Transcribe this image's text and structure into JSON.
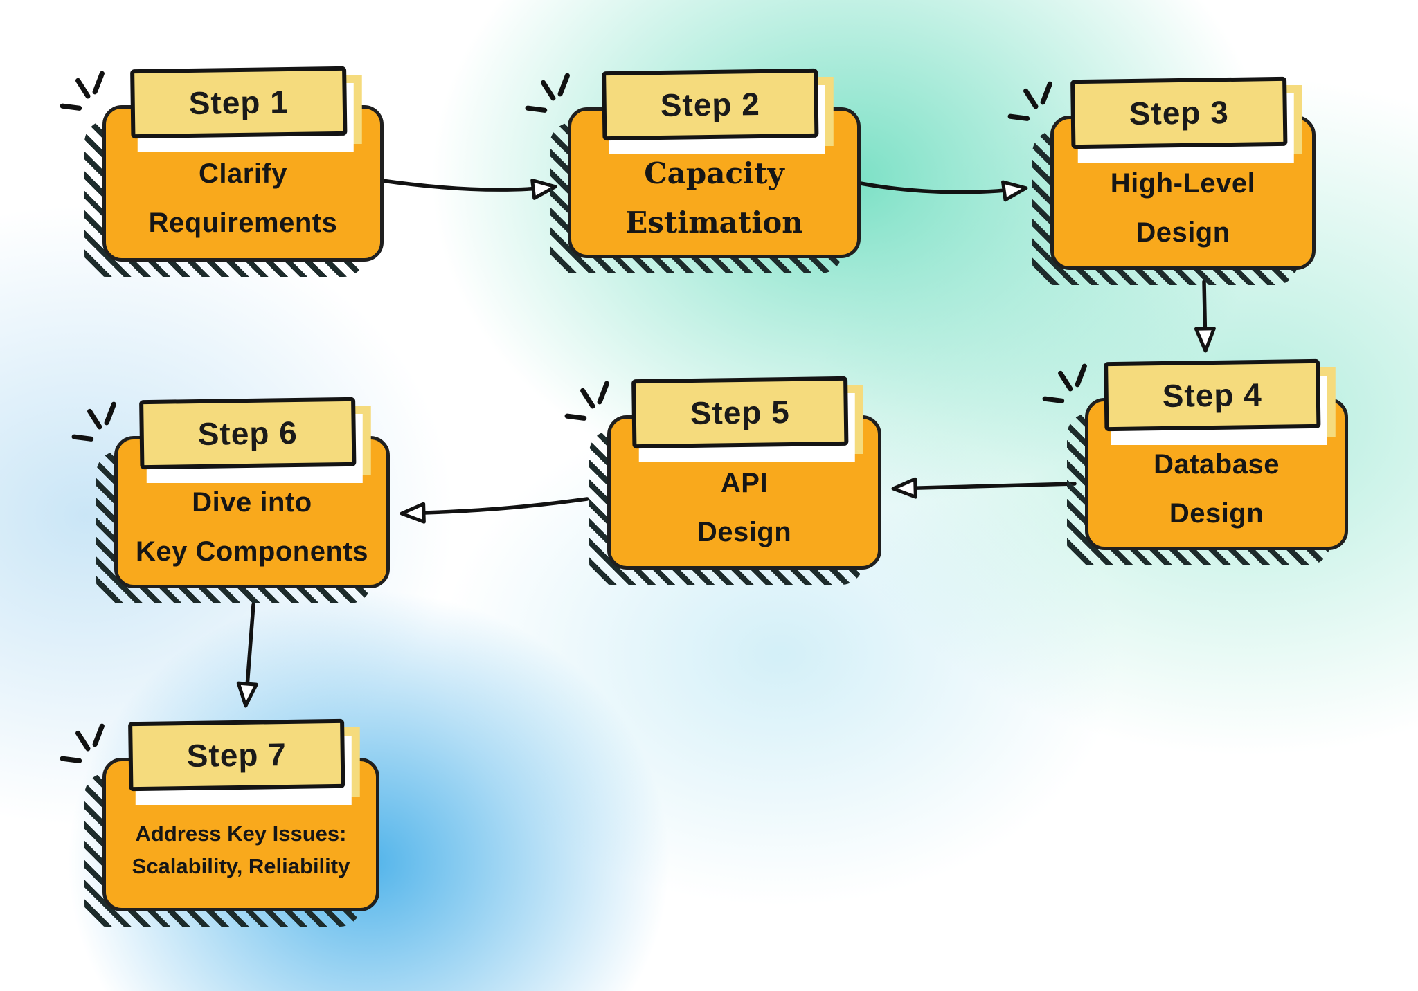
{
  "steps": [
    {
      "id": 1,
      "label": "Step 1",
      "lines": [
        "Clarify",
        "Requirements"
      ]
    },
    {
      "id": 2,
      "label": "Step 2",
      "lines": [
        "Capacity",
        "Estimation"
      ]
    },
    {
      "id": 3,
      "label": "Step 3",
      "lines": [
        "High-Level",
        "Design"
      ]
    },
    {
      "id": 4,
      "label": "Step 4",
      "lines": [
        "Database",
        "Design"
      ]
    },
    {
      "id": 5,
      "label": "Step 5",
      "lines": [
        "API",
        "Design"
      ]
    },
    {
      "id": 6,
      "label": "Step 6",
      "lines": [
        "Dive into",
        "Key Components"
      ]
    },
    {
      "id": 7,
      "label": "Step 7",
      "lines": [
        "Address Key Issues:",
        "Scalability, Reliability"
      ]
    }
  ],
  "connections": [
    {
      "from": 1,
      "to": 2
    },
    {
      "from": 2,
      "to": 3
    },
    {
      "from": 3,
      "to": 4
    },
    {
      "from": 4,
      "to": 5
    },
    {
      "from": 5,
      "to": 6
    },
    {
      "from": 6,
      "to": 7
    }
  ],
  "colors": {
    "card_fill": "#F9A91C",
    "label_fill": "#F5DB7D",
    "outline": "#141414",
    "arrowhead_fill": "#FFFFFF",
    "background_teal": "#76DFC3",
    "background_blue": "#4FB1EA"
  }
}
